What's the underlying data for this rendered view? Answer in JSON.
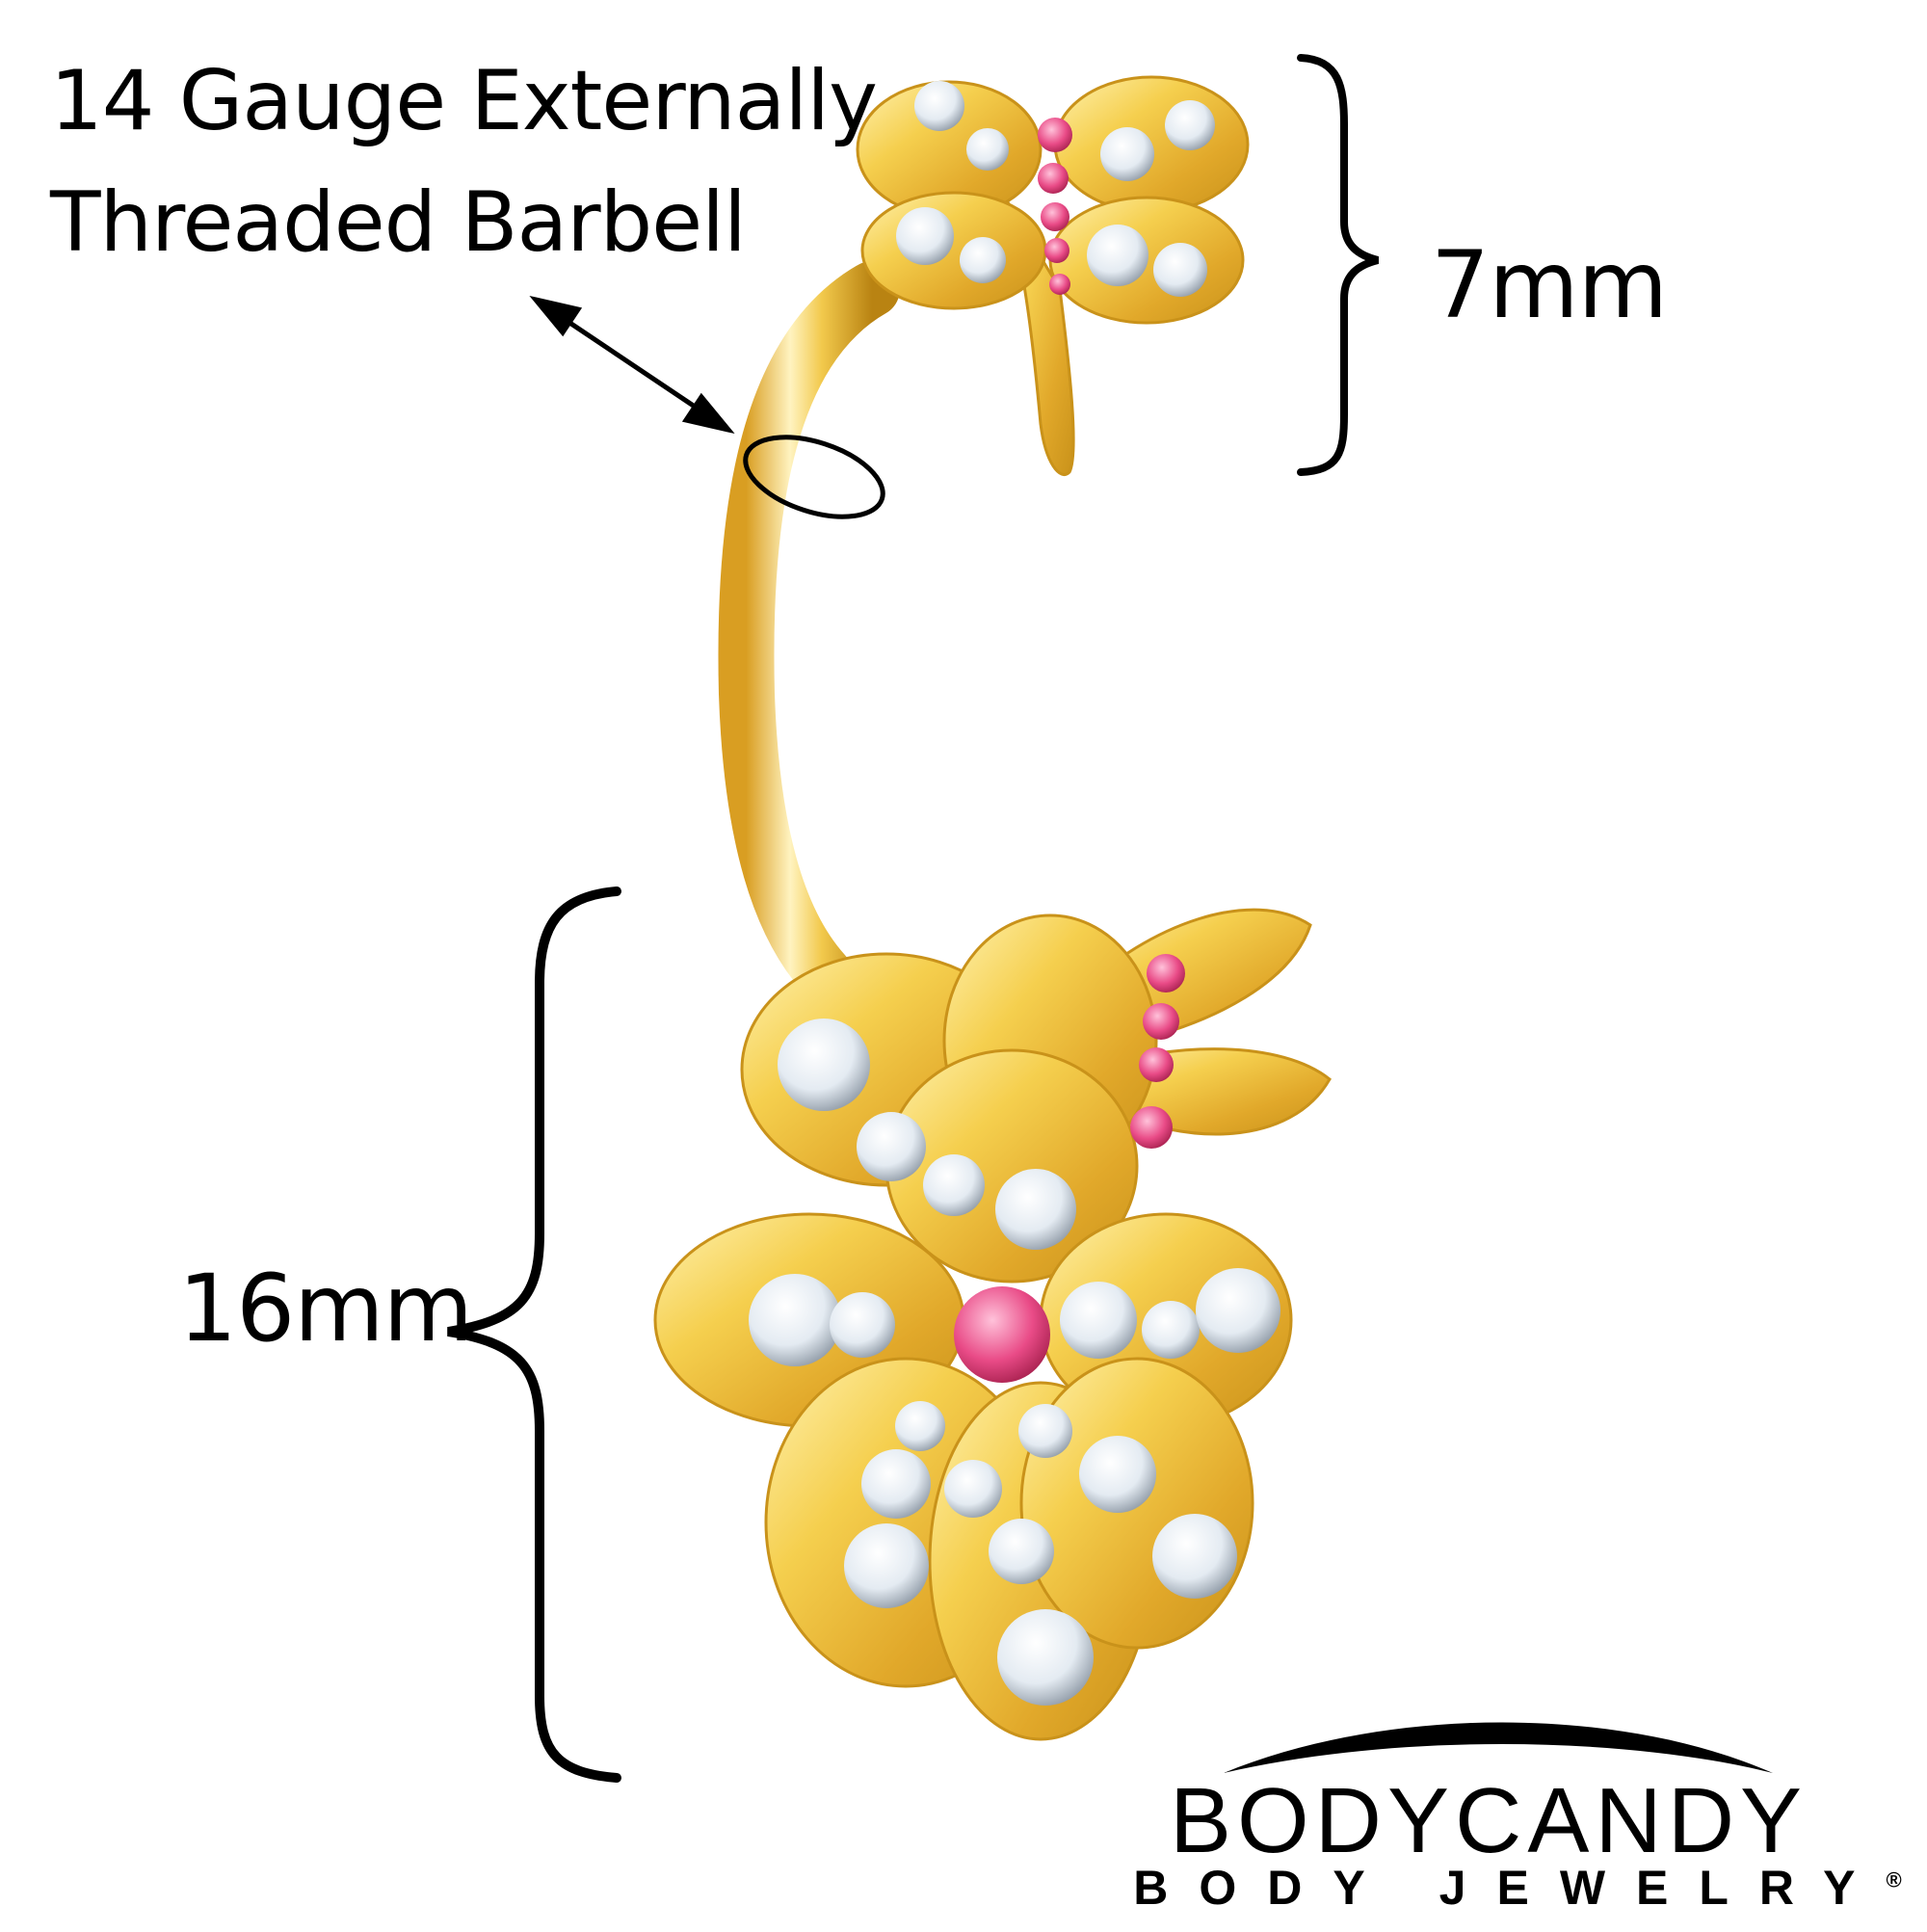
{
  "annotations": {
    "barbell_line1": "14 Gauge Externally",
    "barbell_line2": "Threaded Barbell",
    "top_dimension": "7mm",
    "bottom_dimension": "16mm"
  },
  "brand": {
    "name": "BODYCANDY",
    "tagline": "BODY JEWELRY",
    "registered_mark": "®"
  },
  "colors": {
    "gold": "#f2c94c",
    "gold_dark": "#c9921a",
    "gold_light": "#fff2b0",
    "gem_clear": "#eef3f8",
    "gem_pink": "#e94b87"
  },
  "icons": {
    "top_ornament": "dragonfly-icon",
    "bottom_ornament": "flower-icon"
  }
}
